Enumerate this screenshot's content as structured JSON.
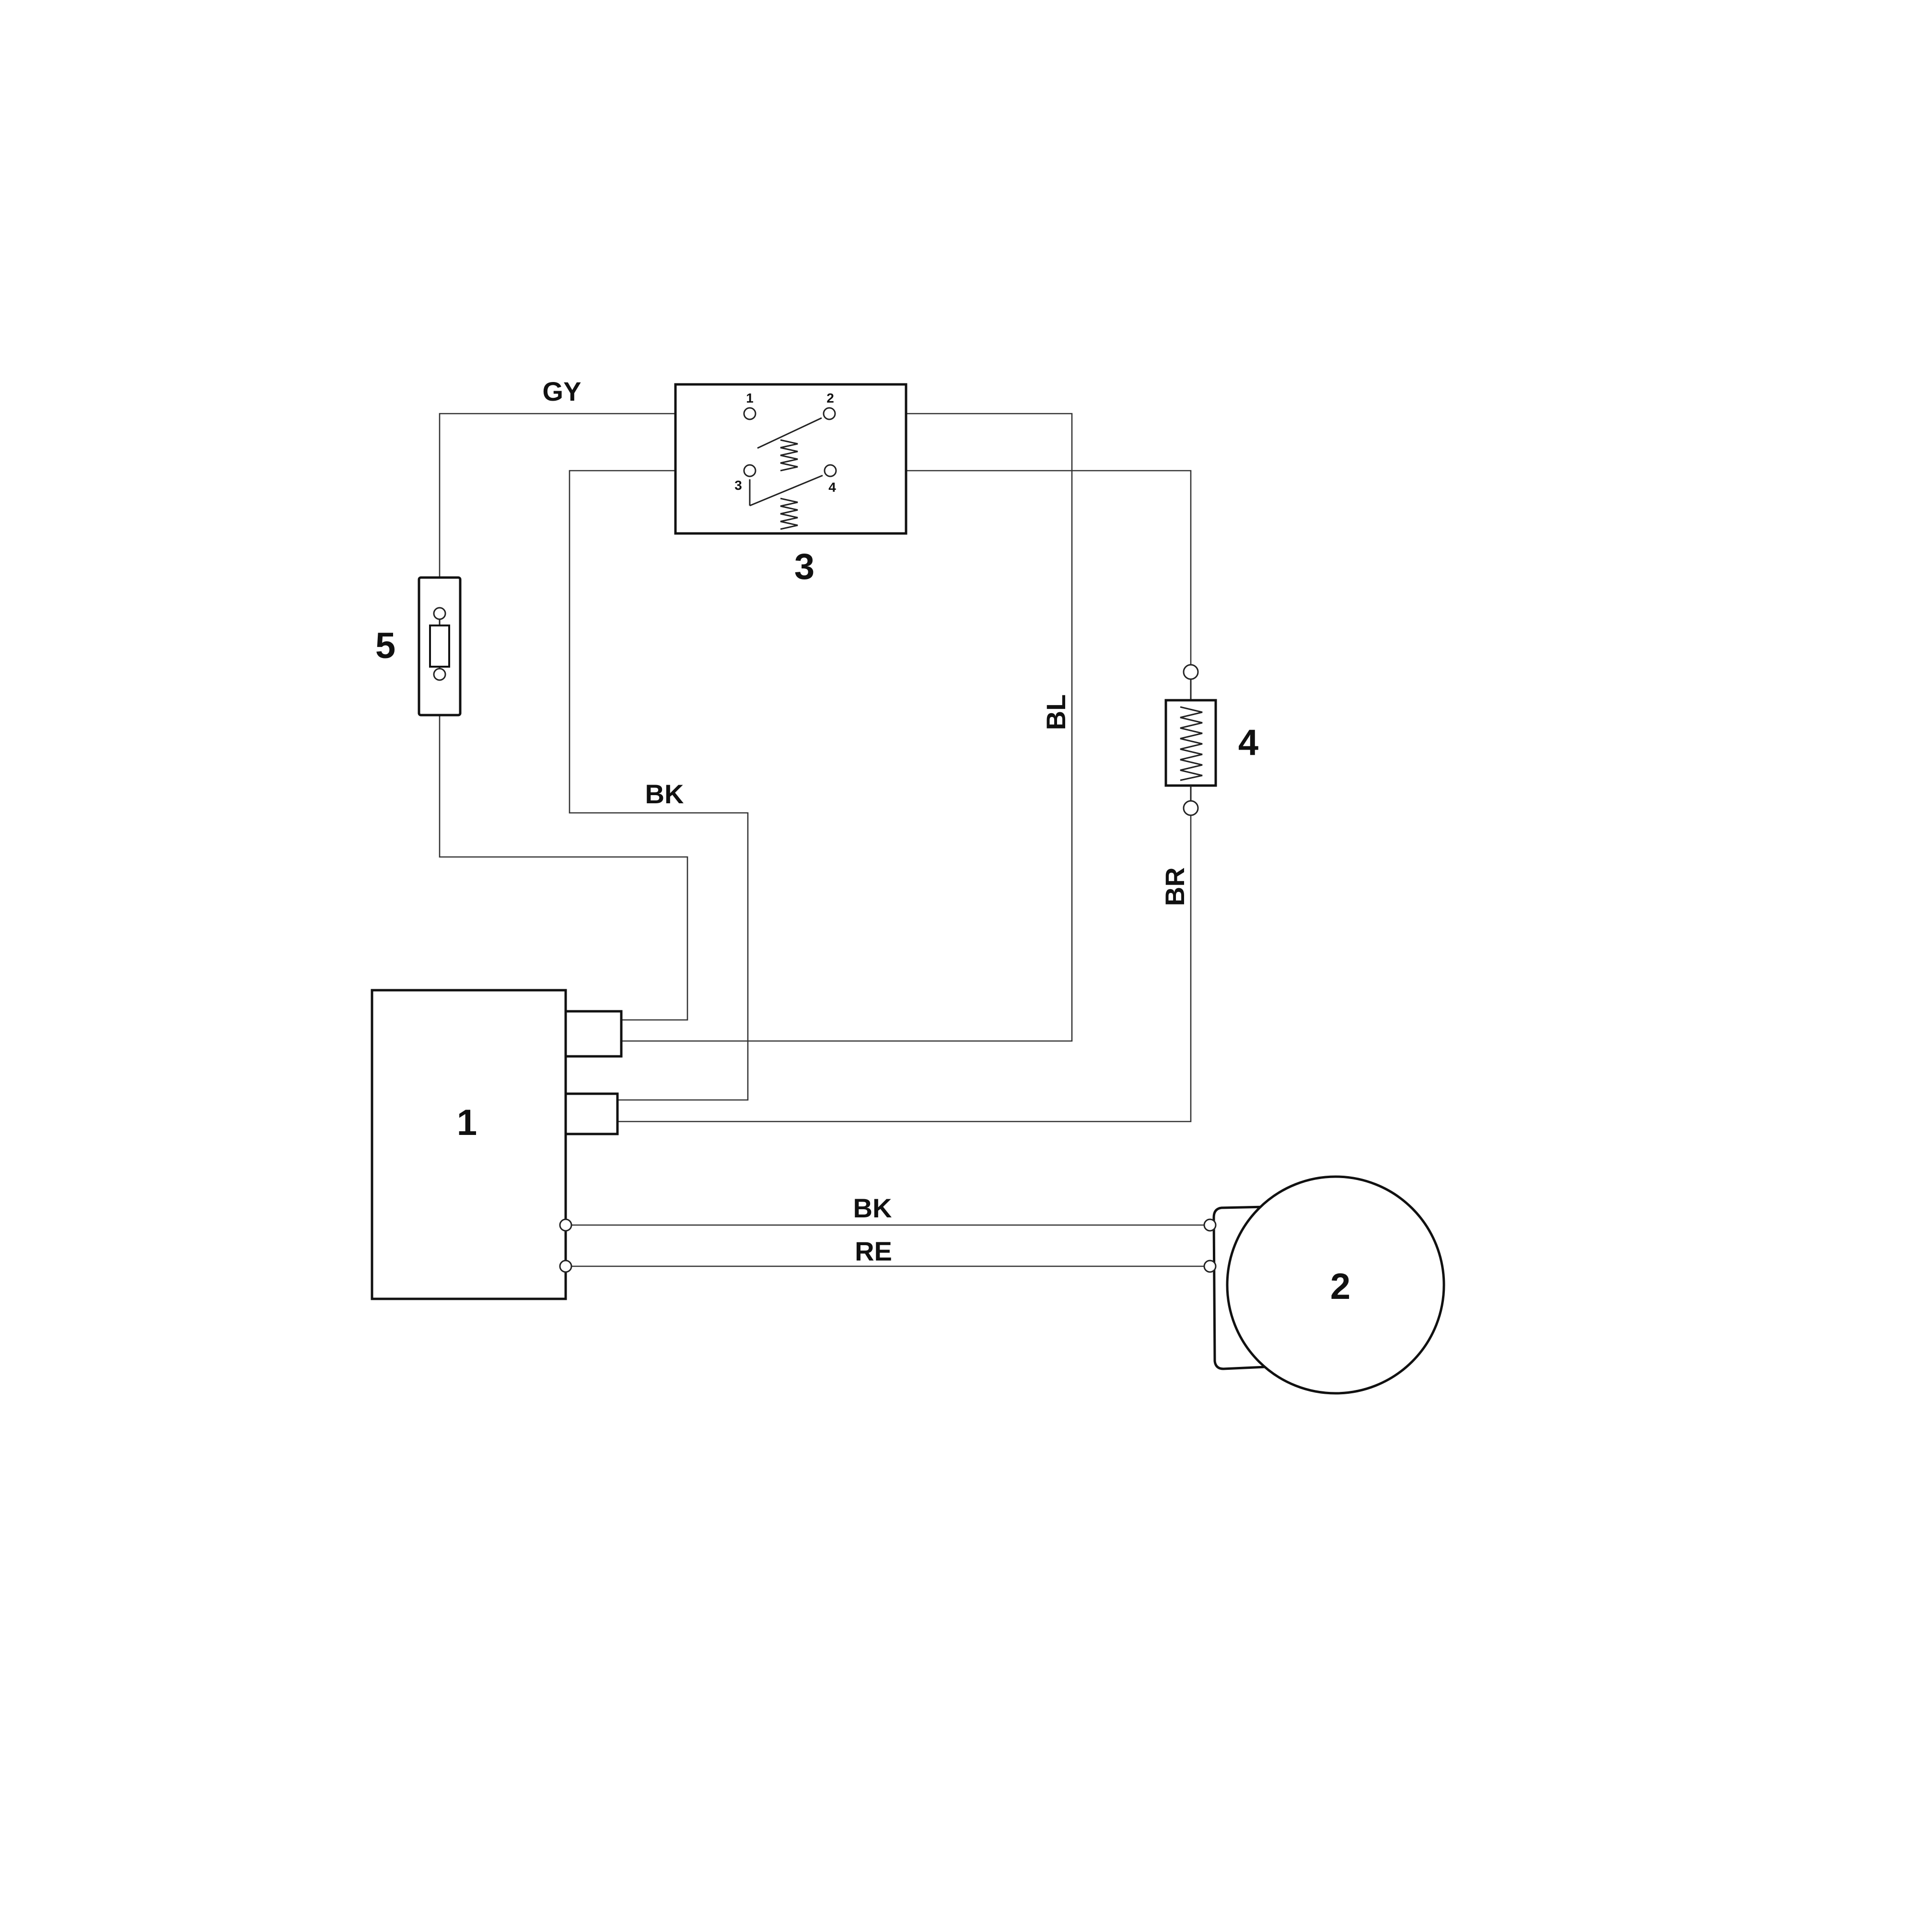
{
  "components": {
    "c1": {
      "label": "1"
    },
    "c2": {
      "label": "2"
    },
    "c3": {
      "label": "3"
    },
    "c4": {
      "label": "4"
    },
    "c5": {
      "label": "5"
    }
  },
  "switch_pins": [
    "1",
    "2",
    "3",
    "4"
  ],
  "wires": {
    "gy": "GY",
    "bk_upper": "BK",
    "bl": "BL",
    "br": "BR",
    "bk_lower": "BK",
    "re": "RE"
  }
}
